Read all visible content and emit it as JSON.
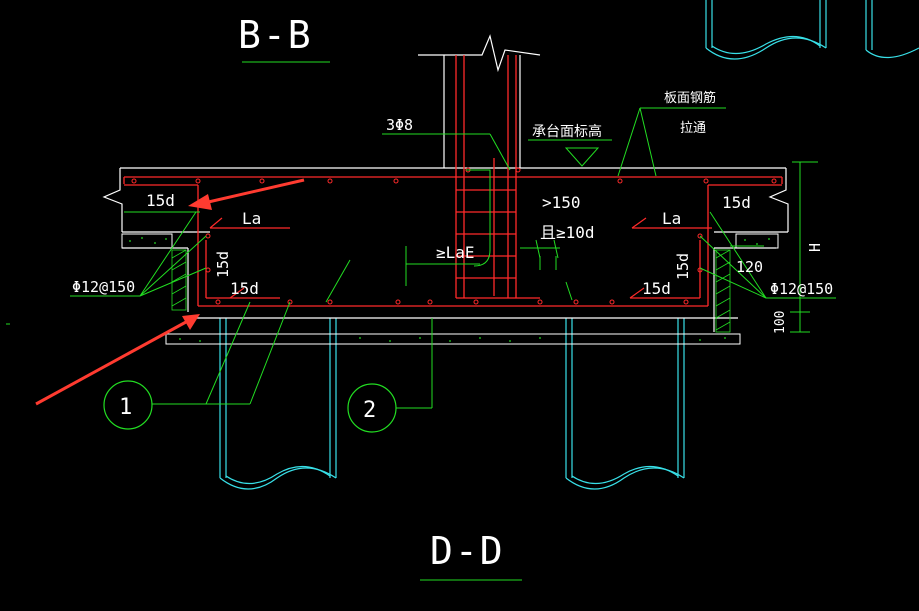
{
  "section_titles": {
    "top": "B-B",
    "bottom": "D-D"
  },
  "labels": {
    "rebar_3phi8": "3Φ8",
    "cap_top_elevation": "承台面标高",
    "slab_top_rebar": "板面钢筋",
    "continuous": "拉通",
    "gt150": ">150",
    "and_ge10d": "且≥10d",
    "ge_lae": "≥LaE",
    "la": "La",
    "fifteen_d": "15d",
    "phi12_at150": "Φ12@150",
    "dim_120": "120",
    "dim_100": "100",
    "dim_h": "H"
  },
  "markers": {
    "one": "1",
    "two": "2"
  },
  "colors": {
    "background": "#000000",
    "text": "#ffffff",
    "concrete": "#ffffff",
    "rebar": "#ff2a2a",
    "leader": "#22dd22",
    "pile": "#38e0e8",
    "arrow": "#ff3b30"
  }
}
